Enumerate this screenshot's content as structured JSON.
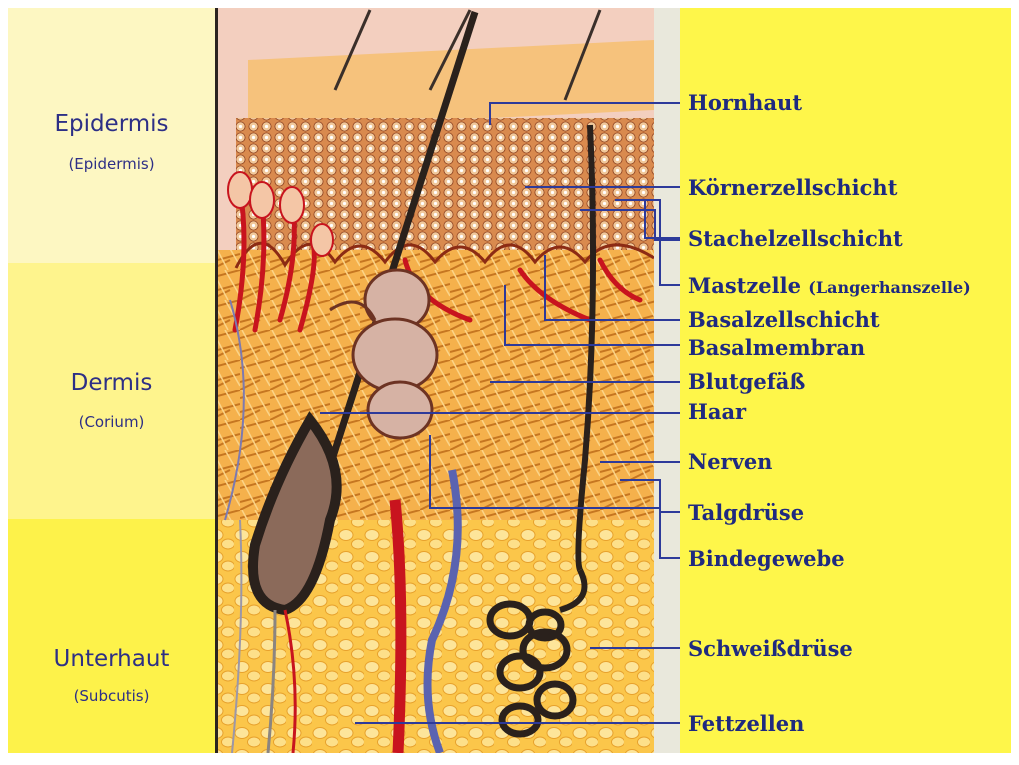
{
  "layers": [
    {
      "name": "Epidermis",
      "latin": "(Epidermis)"
    },
    {
      "name": "Dermis",
      "latin": "(Corium)"
    },
    {
      "name": "Unterhaut",
      "latin": "(Subcutis)"
    }
  ],
  "callouts": [
    {
      "label": "Hornhaut"
    },
    {
      "label": "Körnerzellschicht"
    },
    {
      "label": "Stachelzellschicht"
    },
    {
      "label": "Mastzelle",
      "extra": "(Langerhanszelle)"
    },
    {
      "label": "Basalzellschicht"
    },
    {
      "label": "Basalmembran"
    },
    {
      "label": "Blutgefäß"
    },
    {
      "label": "Haar"
    },
    {
      "label": "Nerven"
    },
    {
      "label": "Talgdrüse"
    },
    {
      "label": "Bindegewebe"
    },
    {
      "label": "Schweißdrüse"
    },
    {
      "label": "Fettzellen"
    }
  ],
  "colors": {
    "label_text": "#1f2a80",
    "leader_line": "#2d3a9a",
    "panel_yellow": "#fef64a",
    "epidermis_band": "#fdf7c2",
    "dermis_band": "#fef48d",
    "unterhaut_band": "#fdf24a",
    "blood_vessel": "#c8141e",
    "hair": "#2a211c"
  }
}
